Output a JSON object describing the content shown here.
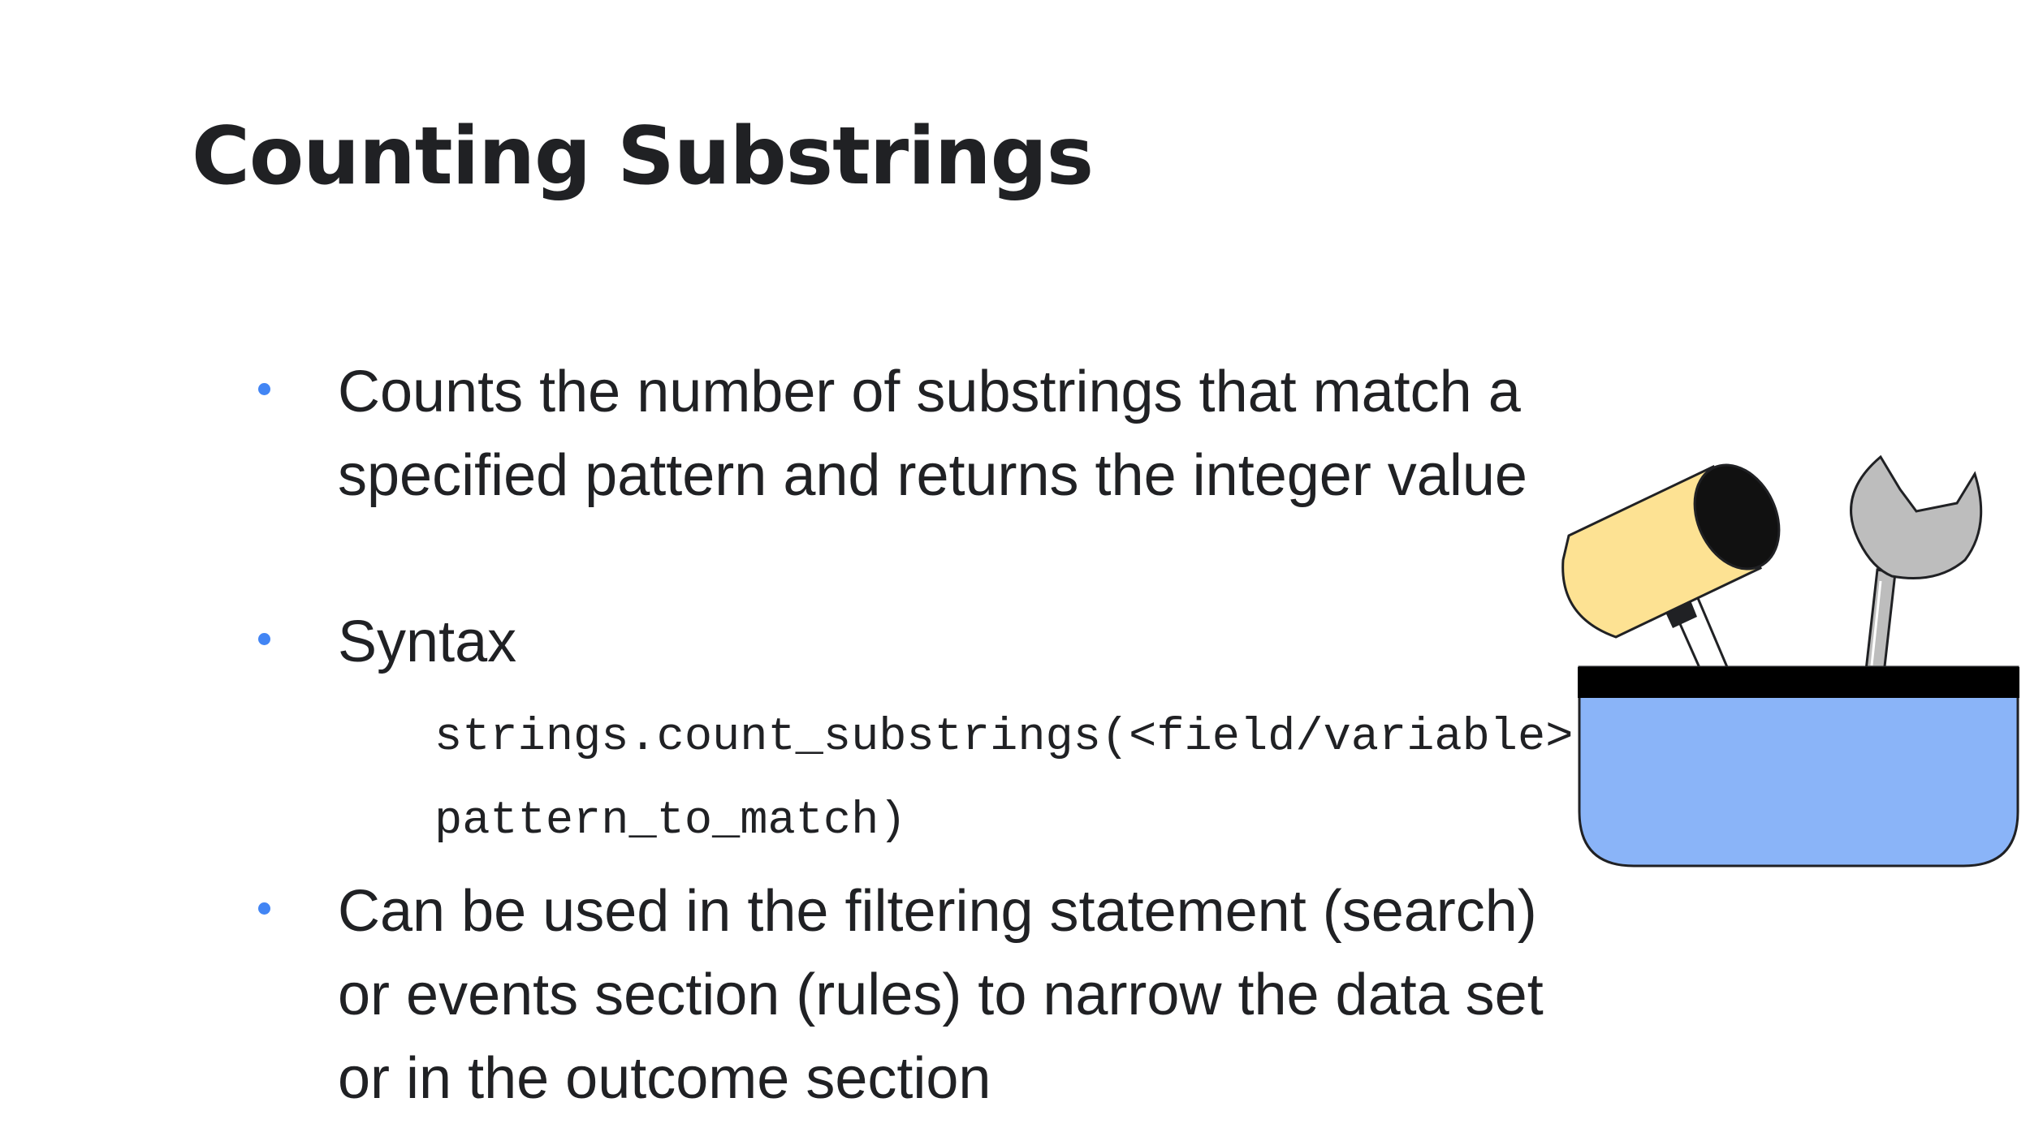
{
  "slide": {
    "title": "Counting Substrings",
    "bullets": [
      "Counts the number of substrings that match a specified pattern and returns the integer value",
      "Syntax",
      "Can be used in the filtering statement (search) or events section (rules) to narrow the data set or in the outcome section"
    ],
    "code": "strings.count_substrings(<field/variable>, pattern_to_match)"
  },
  "illustration": {
    "icons": [
      "mallet-icon",
      "wrench-icon",
      "toolbox-icon"
    ],
    "colors": {
      "mallet_head": "#fde293",
      "mallet_handle": "#ffffff",
      "wrench": "#bdbdbd",
      "toolbox_body": "#8ab4f8",
      "toolbox_rim": "#000000",
      "bullet_dot": "#4285f4"
    }
  }
}
